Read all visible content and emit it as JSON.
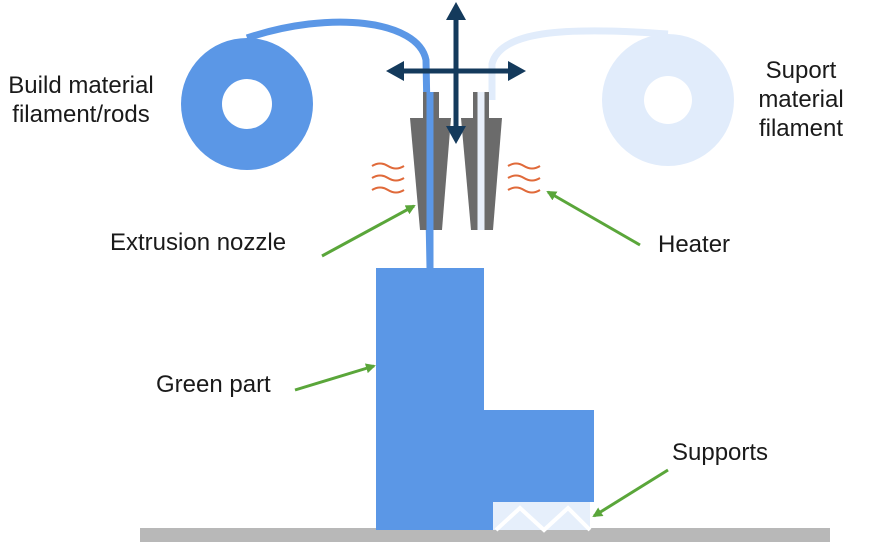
{
  "labels": {
    "build_material_1": "Build material",
    "build_material_2": "filament/rods",
    "support_material_1": "Suport",
    "support_material_2": "material",
    "support_material_3": "filament",
    "extrusion_nozzle": "Extrusion nozzle",
    "heater": "Heater",
    "green_part": "Green part",
    "supports": "Supports"
  },
  "colors": {
    "build_material": "#5b97e6",
    "support_material": "#e1ecfb",
    "nozzle": "#6b6b6b",
    "arrow_green": "#5aa63a",
    "heater_waves": "#e06a3a",
    "motion_arrows": "#143a5c",
    "build_plate": "#b8b8b8"
  },
  "icons": {
    "motion": "four-way-arrow-icon",
    "heat": "heat-wave-icon"
  }
}
